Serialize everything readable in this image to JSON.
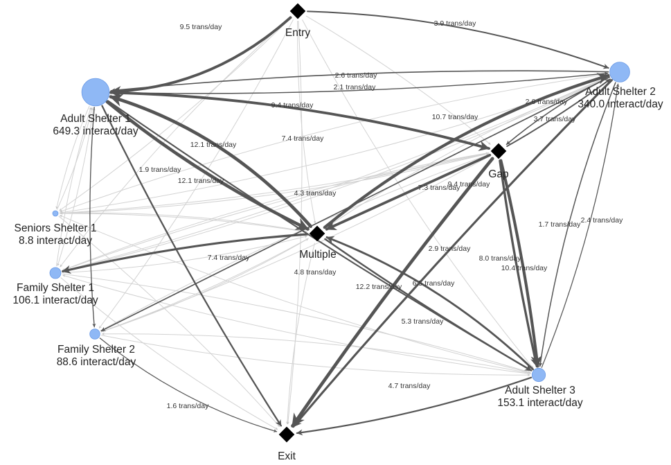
{
  "colors": {
    "shelter_fill": "#8fb8f5",
    "shelter_stroke": "#6a9ae6",
    "point_fill": "#000000",
    "edge_strong": "#555555",
    "edge_faint": "#d2d2d2",
    "label_text": "#222222"
  },
  "nodes": {
    "entry": {
      "kind": "point",
      "name": "Entry",
      "rate": ""
    },
    "adult1": {
      "kind": "shelter",
      "name": "Adult Shelter 1",
      "rate": "649.3 interact/day",
      "size": 649.3
    },
    "adult2": {
      "kind": "shelter",
      "name": "Adult Shelter 2",
      "rate": "340.0 interact/day",
      "size": 340.0
    },
    "gap": {
      "kind": "point",
      "name": "Gap",
      "rate": ""
    },
    "multiple": {
      "kind": "point",
      "name": "Multiple",
      "rate": ""
    },
    "seniors1": {
      "kind": "shelter",
      "name": "Seniors Shelter 1",
      "rate": "8.8 interact/day",
      "size": 8.8
    },
    "family1": {
      "kind": "shelter",
      "name": "Family Shelter 1",
      "rate": "106.1 interact/day",
      "size": 106.1
    },
    "family2": {
      "kind": "shelter",
      "name": "Family Shelter 2",
      "rate": "88.6 interact/day",
      "size": 88.6
    },
    "adult3": {
      "kind": "shelter",
      "name": "Adult Shelter 3",
      "rate": "153.1 interact/day",
      "size": 153.1
    },
    "exit": {
      "kind": "point",
      "name": "Exit",
      "rate": ""
    }
  },
  "edges": [
    {
      "from": "entry",
      "to": "adult1",
      "label": "9.5 trans/day",
      "value": 9.5
    },
    {
      "from": "entry",
      "to": "adult2",
      "label": "3.9 trans/day",
      "value": 3.9
    },
    {
      "from": "adult2",
      "to": "adult1",
      "label": "2.6 trans/day",
      "value": 2.6
    },
    {
      "from": "adult1",
      "to": "adult2",
      "label": "2.1 trans/day",
      "value": 2.1
    },
    {
      "from": "adult1",
      "to": "gap",
      "label": "9.4 trans/day",
      "value": 9.4
    },
    {
      "from": "gap",
      "to": "adult1",
      "label": "7.4 trans/day",
      "value": 7.4
    },
    {
      "from": "multiple",
      "to": "adult1",
      "label": "12.1 trans/day",
      "value": 12.1
    },
    {
      "from": "adult1",
      "to": "multiple",
      "label": "12.1 trans/day",
      "value": 12.1
    },
    {
      "from": "adult1",
      "to": "family2",
      "label": "1.9 trans/day",
      "value": 1.9
    },
    {
      "from": "adult1",
      "to": "adult3",
      "label": "4.3 trans/day",
      "value": 4.3
    },
    {
      "from": "multiple",
      "to": "adult2",
      "label": "10.7 trans/day",
      "value": 10.7
    },
    {
      "from": "adult2",
      "to": "gap",
      "label": "2.6 trans/day",
      "value": 2.6
    },
    {
      "from": "gap",
      "to": "adult2",
      "label": "3.7 trans/day",
      "value": 3.7
    },
    {
      "from": "gap",
      "to": "multiple",
      "label": "9.4 trans/day",
      "value": 9.4
    },
    {
      "from": "adult2",
      "to": "exit",
      "label": "7.3 trans/day",
      "value": 7.3
    },
    {
      "from": "adult2",
      "to": "adult3",
      "label": "2.4 trans/day",
      "value": 2.4
    },
    {
      "from": "adult3",
      "to": "adult2",
      "label": "1.7 trans/day",
      "value": 1.7
    },
    {
      "from": "multiple",
      "to": "family1",
      "label": "7.4 trans/day",
      "value": 7.4
    },
    {
      "from": "adult1",
      "to": "exit",
      "label": "4.8 trans/day",
      "value": 4.8
    },
    {
      "from": "adult2",
      "to": "family2",
      "label": "2.9 trans/day",
      "value": 2.9
    },
    {
      "from": "gap",
      "to": "adult3",
      "label": "8.0 trans/day",
      "value": 8.0
    },
    {
      "from": "gap",
      "to": "adult3",
      "label": "10.4 trans/day",
      "value": 10.4
    },
    {
      "from": "gap",
      "to": "exit",
      "label": "12.2 trans/day",
      "value": 12.2
    },
    {
      "from": "adult3",
      "to": "multiple",
      "label": "6.5 trans/day",
      "value": 6.5
    },
    {
      "from": "multiple",
      "to": "adult3",
      "label": "5.3 trans/day",
      "value": 5.3
    },
    {
      "from": "adult3",
      "to": "exit",
      "label": "4.7 trans/day",
      "value": 4.7
    },
    {
      "from": "family2",
      "to": "exit",
      "label": "1.6 trans/day",
      "value": 1.6
    }
  ],
  "faint_edges": [
    [
      "entry",
      "seniors1"
    ],
    [
      "entry",
      "family1"
    ],
    [
      "entry",
      "family2"
    ],
    [
      "entry",
      "multiple"
    ],
    [
      "entry",
      "exit"
    ],
    [
      "adult1",
      "seniors1"
    ],
    [
      "adult1",
      "family1"
    ],
    [
      "seniors1",
      "adult1"
    ],
    [
      "seniors1",
      "multiple"
    ],
    [
      "seniors1",
      "gap"
    ],
    [
      "seniors1",
      "exit"
    ],
    [
      "seniors1",
      "adult2"
    ],
    [
      "family1",
      "adult1"
    ],
    [
      "family1",
      "multiple"
    ],
    [
      "family1",
      "gap"
    ],
    [
      "family1",
      "exit"
    ],
    [
      "family1",
      "adult3"
    ],
    [
      "family1",
      "adult2"
    ],
    [
      "family2",
      "adult1"
    ],
    [
      "family2",
      "multiple"
    ],
    [
      "family2",
      "gap"
    ],
    [
      "family2",
      "adult3"
    ],
    [
      "gap",
      "seniors1"
    ],
    [
      "gap",
      "family1"
    ],
    [
      "gap",
      "family2"
    ],
    [
      "multiple",
      "seniors1"
    ],
    [
      "multiple",
      "family2"
    ],
    [
      "multiple",
      "exit"
    ],
    [
      "adult3",
      "family1"
    ],
    [
      "adult3",
      "family2"
    ],
    [
      "adult3",
      "seniors1"
    ],
    [
      "adult2",
      "seniors1"
    ],
    [
      "adult2",
      "family1"
    ],
    [
      "adult2",
      "multiple"
    ],
    [
      "entry",
      "gap"
    ],
    [
      "entry",
      "adult3"
    ]
  ]
}
